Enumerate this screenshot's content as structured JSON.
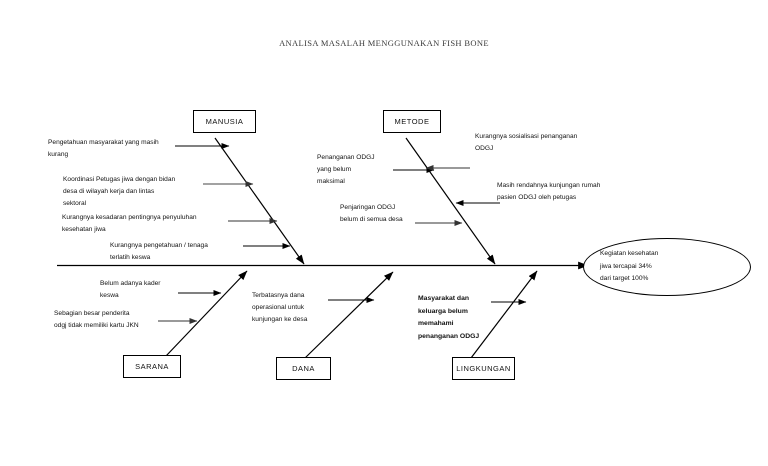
{
  "title": "ANALISA MASALAH MENGGUNAKAN FISH BONE",
  "effect": {
    "text": "Kegiatan kesehatan\njiwa tercapai 34%\ndari target 100%"
  },
  "categories": [
    {
      "id": "manusia",
      "label": "MANUSIA"
    },
    {
      "id": "metode",
      "label": "METODE"
    },
    {
      "id": "sarana",
      "label": "SARANA"
    },
    {
      "id": "dana",
      "label": "DANA"
    },
    {
      "id": "lingkungan",
      "label": "LINGKUNGAN"
    }
  ],
  "causes": {
    "manusia": [
      {
        "text": "Pengetahuan masyarakat yang masih\nkurang"
      },
      {
        "text": "Koordinasi Petugas  jiwa dengan bidan\ndesa di wilayah kerja dan lintas\nsektoral"
      },
      {
        "text": "Kurangnya kesadaran pentingnya penyuluhan\nkesehatan jiwa"
      },
      {
        "text": "Kurangnya  pengetahuan /  tenaga\nterlatih keswa"
      }
    ],
    "metode": [
      {
        "text": "Penanganan    ODGJ\nyang             belum\nmaksimal"
      },
      {
        "text": "Penjaringan ODGJ\nbelum di semua desa"
      },
      {
        "text": "Kurangnya sosialisasi penanganan\nODGJ"
      },
      {
        "text": "Masih rendahnya kunjungan rumah\npasien ODGJ oleh petugas"
      }
    ],
    "sarana": [
      {
        "text": "Belum adanya  kader\nkeswa"
      },
      {
        "text": "Sebagian besar penderita\nodgj tidak memiliki kartu JKN"
      }
    ],
    "dana": [
      {
        "text": "Terbatasnya dana\noperasional untuk\nkunjungan ke desa"
      }
    ],
    "lingkungan": [
      {
        "text": "Masyarakat dan\nkeluarga belum\nmemahami\npenanganan ODGJ"
      }
    ]
  },
  "colors": {
    "line": "#000000",
    "text": "#111111",
    "title": "#3a3a3a",
    "background": "#ffffff"
  }
}
